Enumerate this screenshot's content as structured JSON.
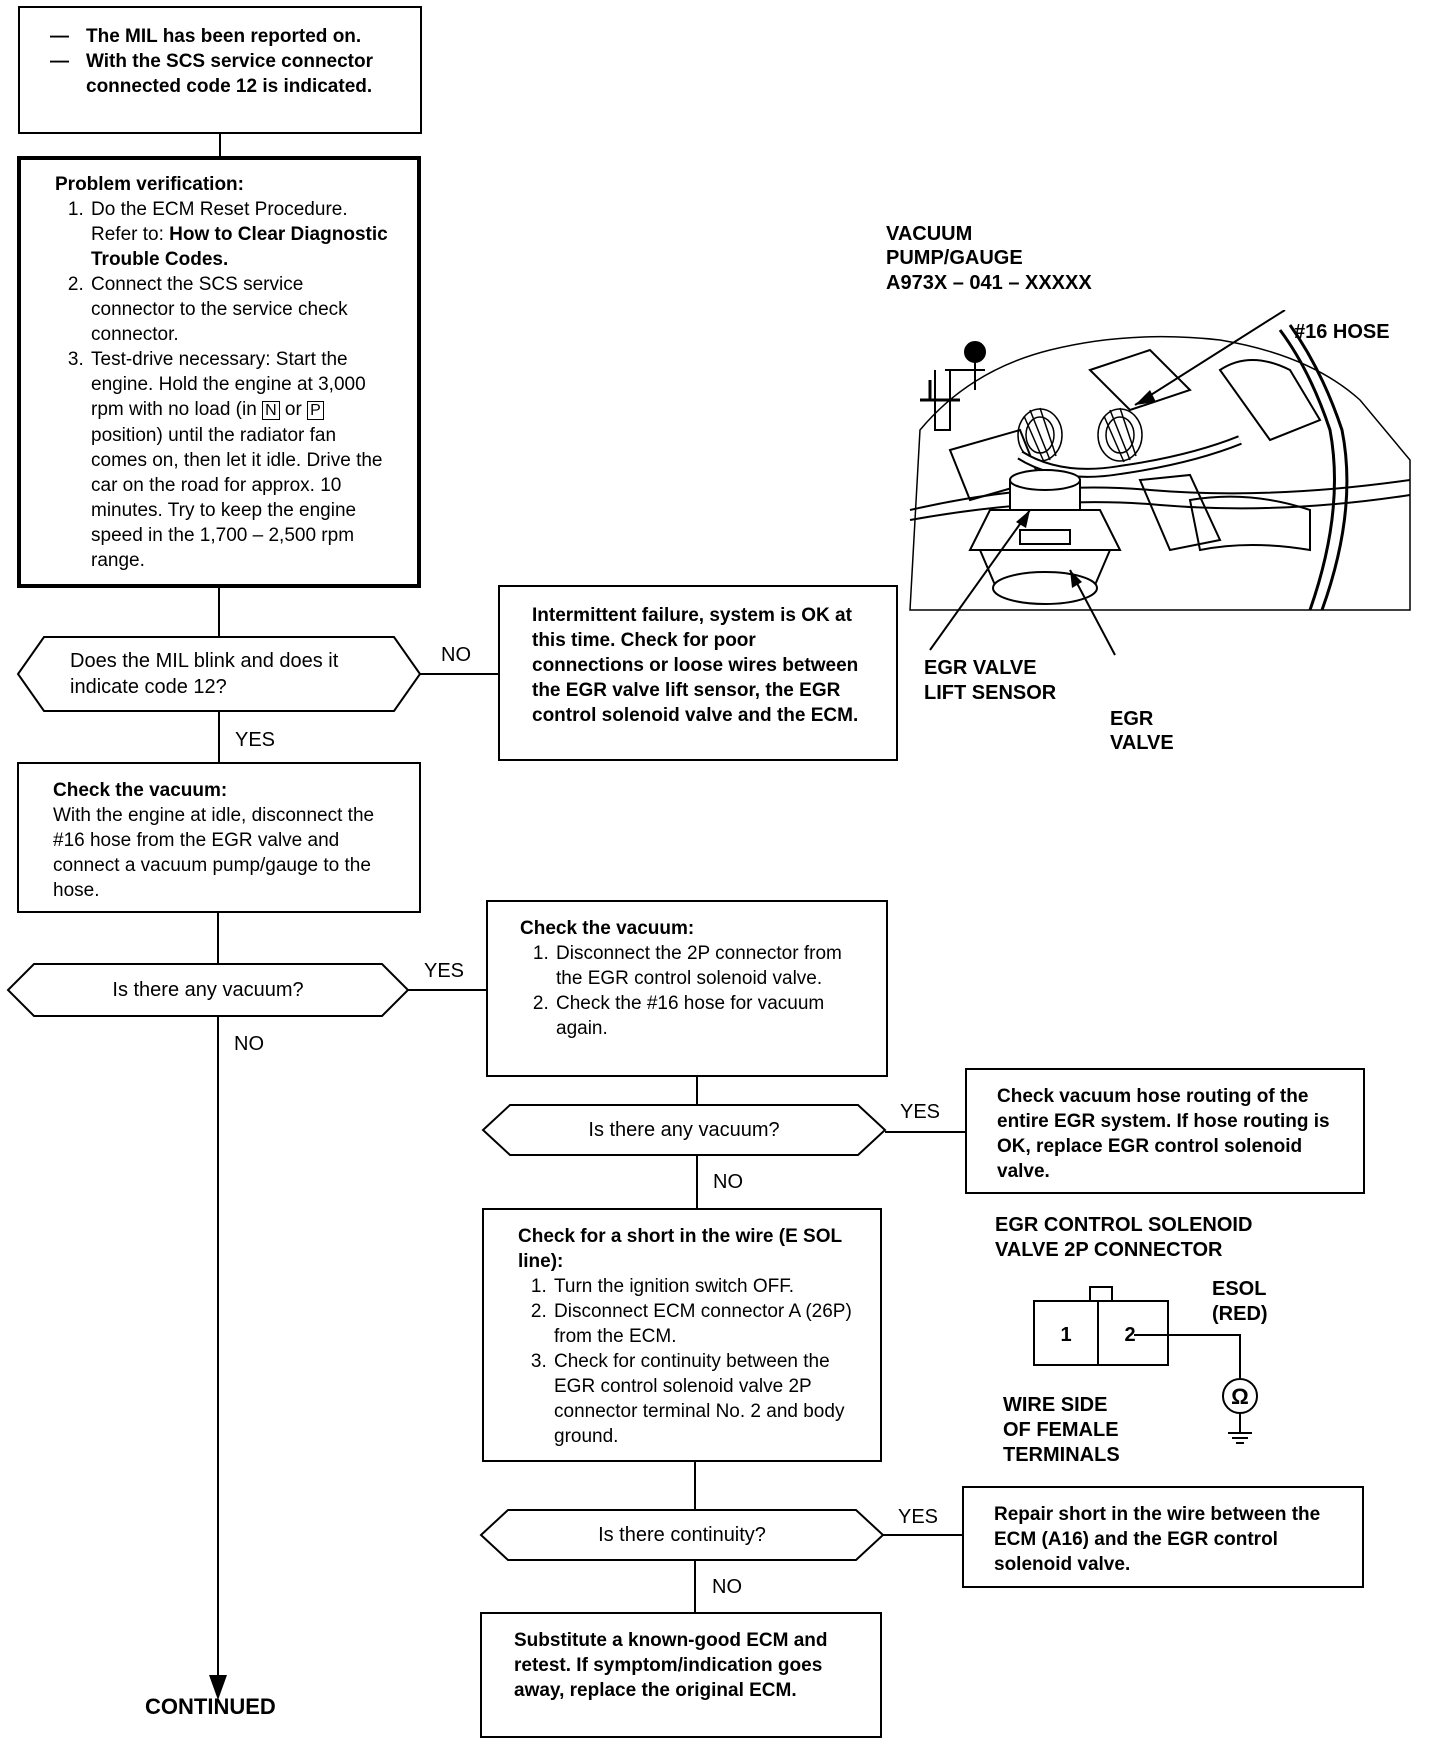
{
  "start_box": {
    "items": [
      "The MIL has been reported on.",
      "With the SCS service connector connected code 12 is indicated."
    ]
  },
  "verify_box": {
    "title": "Problem verification:",
    "step1_pre": "Do the ECM Reset Procedure. Refer to: ",
    "step1_bold": "How to Clear Diagnostic Trouble Codes.",
    "step2": "Connect the SCS service connector to the service check connector.",
    "step3_a": "Test-drive necessary: Start the engine. Hold the engine at 3,000 rpm with no load (in ",
    "key_n": "N",
    "step3_b": " or ",
    "key_p": "P",
    "step3_c": " position) until the radiator fan comes on, then let it idle. Drive the car on the road for approx. 10 minutes. Try to keep the engine speed in the 1,700 – 2,500 rpm range."
  },
  "decision1": {
    "text": "Does the MIL blink and does it indicate code 12?",
    "no": "NO",
    "yes": "YES"
  },
  "intermittent_box": {
    "text": "Intermittent failure, system is OK at this time. Check for poor connections or loose wires between the EGR valve lift sensor, the EGR control solenoid valve and the ECM."
  },
  "vacuum_box1": {
    "title": "Check the vacuum:",
    "body": "With the engine at idle, disconnect the #16 hose from the EGR valve and connect a vacuum pump/gauge to the hose."
  },
  "decision2": {
    "text": "Is there any vacuum?",
    "yes": "YES",
    "no": "NO"
  },
  "vacuum_box2": {
    "title": "Check the vacuum:",
    "steps": [
      "Disconnect the 2P connector from the EGR control solenoid valve.",
      "Check the #16 hose for vacuum again."
    ]
  },
  "decision3": {
    "text": "Is there any vacuum?",
    "yes": "YES",
    "no": "NO"
  },
  "routing_box": {
    "text": "Check vacuum hose routing of the entire EGR system. If hose routing is OK, replace EGR control solenoid valve."
  },
  "short_box": {
    "title": "Check for a short in the wire (E SOL line):",
    "steps": [
      "Turn the ignition switch OFF.",
      "Disconnect ECM connector A (26P) from the ECM.",
      "Check for continuity between the EGR control solenoid valve 2P connector terminal No. 2 and body ground."
    ]
  },
  "decision4": {
    "text": "Is there continuity?",
    "yes": "YES",
    "no": "NO"
  },
  "repair_box": {
    "text": "Repair short in the wire between the ECM (A16) and the EGR control solenoid valve."
  },
  "substitute_box": {
    "text": "Substitute a known-good ECM and retest. If symptom/indication goes away, replace the original ECM."
  },
  "continued": "CONTINUED",
  "figure1": {
    "title": [
      "VACUUM",
      "PUMP/GAUGE",
      "A973X – 041 – XXXXX"
    ],
    "hose": "#16 HOSE",
    "lift_sensor": [
      "EGR VALVE",
      "LIFT SENSOR"
    ],
    "egr_valve": [
      "EGR",
      "VALVE"
    ]
  },
  "figure2": {
    "title": [
      "EGR CONTROL SOLENOID",
      "VALVE 2P CONNECTOR"
    ],
    "pin1": "1",
    "pin2": "2",
    "esol": [
      "ESOL",
      "(RED)"
    ],
    "ohm": "Ω",
    "wire_side": [
      "WIRE SIDE",
      "OF FEMALE",
      "TERMINALS"
    ]
  }
}
